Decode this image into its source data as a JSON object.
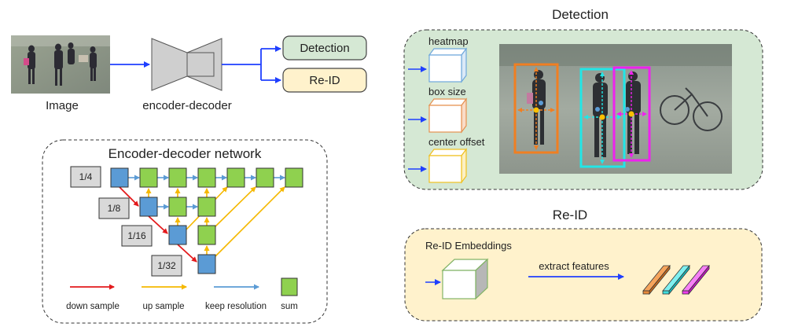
{
  "overview": {
    "image_label": "Image",
    "encoder_label": "encoder-decoder",
    "detection_button": "Detection",
    "reid_button": "Re-ID"
  },
  "network": {
    "title": "Encoder-decoder network",
    "scales": [
      "1/4",
      "1/8",
      "1/16",
      "1/32"
    ],
    "legend": {
      "down_sample": "down sample",
      "up_sample": "up sample",
      "keep_resolution": "keep resolution",
      "sum": "sum"
    }
  },
  "detection": {
    "title": "Detection",
    "heads": [
      "heatmap",
      "box size",
      "center offset"
    ]
  },
  "reid": {
    "title": "Re-ID",
    "embeddings_label": "Re-ID Embeddings",
    "extract_label": "extract features"
  },
  "colors": {
    "detection_fill": "#d5e8d4",
    "reid_fill": "#fff2cc",
    "blue_node": "#5b9bd5",
    "green_node": "#8fd14f",
    "gray_label": "#d9d9d9",
    "down_arrow": "#e31a1c",
    "up_arrow": "#f5b800",
    "keep_arrow": "#5b9bd5",
    "main_arrow": "#1f3fff",
    "box_orange": "#f07f22",
    "box_cyan": "#22e6e6",
    "box_magenta": "#ee22ee"
  }
}
